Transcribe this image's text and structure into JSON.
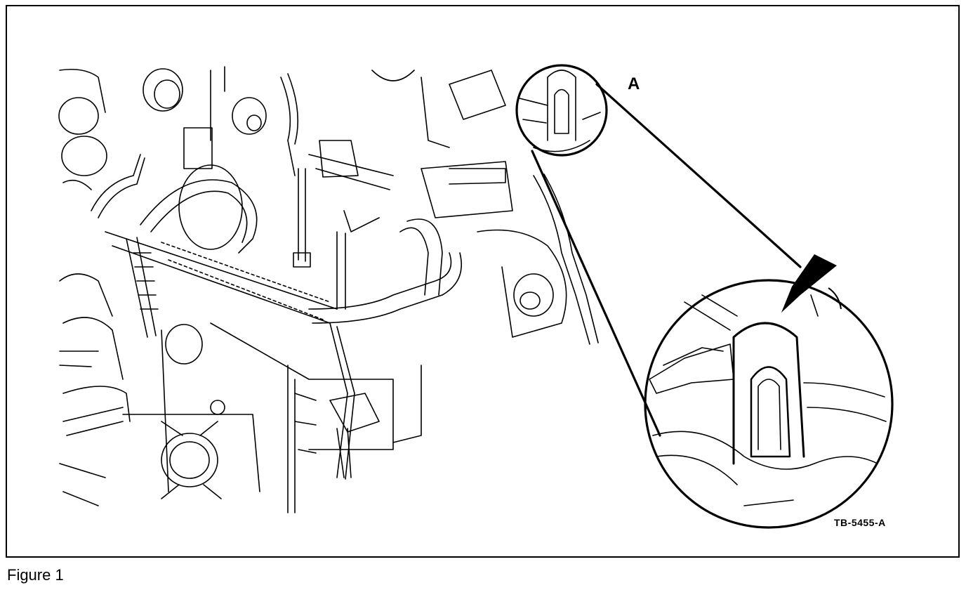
{
  "figure": {
    "callout_label": "A",
    "reference_code": "TB-5455-A",
    "caption": "Figure 1"
  }
}
